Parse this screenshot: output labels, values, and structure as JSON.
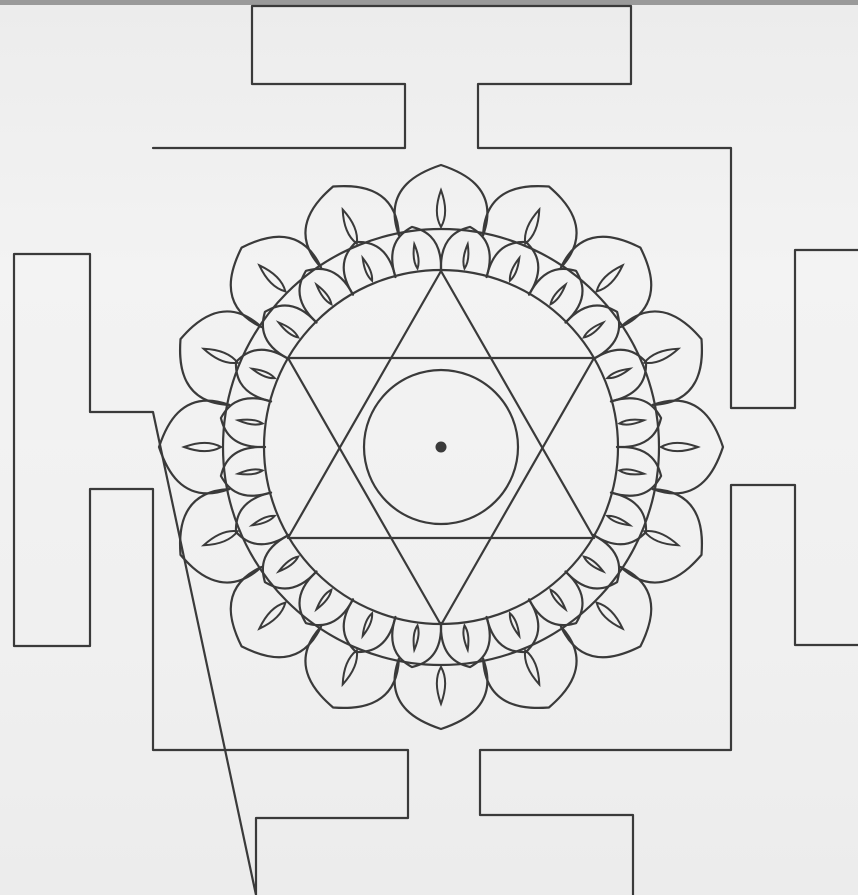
{
  "figure": {
    "kind": "yantra-diagram",
    "line_color": "#3a3a3a",
    "background_color": "#f0f0f0",
    "outer_petal_count": 16,
    "inner_petal_count": 24,
    "elements": [
      "bhupura-square-frame",
      "outer-lotus-petals",
      "inner-lotus-petals",
      "outer-circle",
      "inner-circle",
      "hexagram",
      "central-circle",
      "bindu-center-dot"
    ]
  }
}
